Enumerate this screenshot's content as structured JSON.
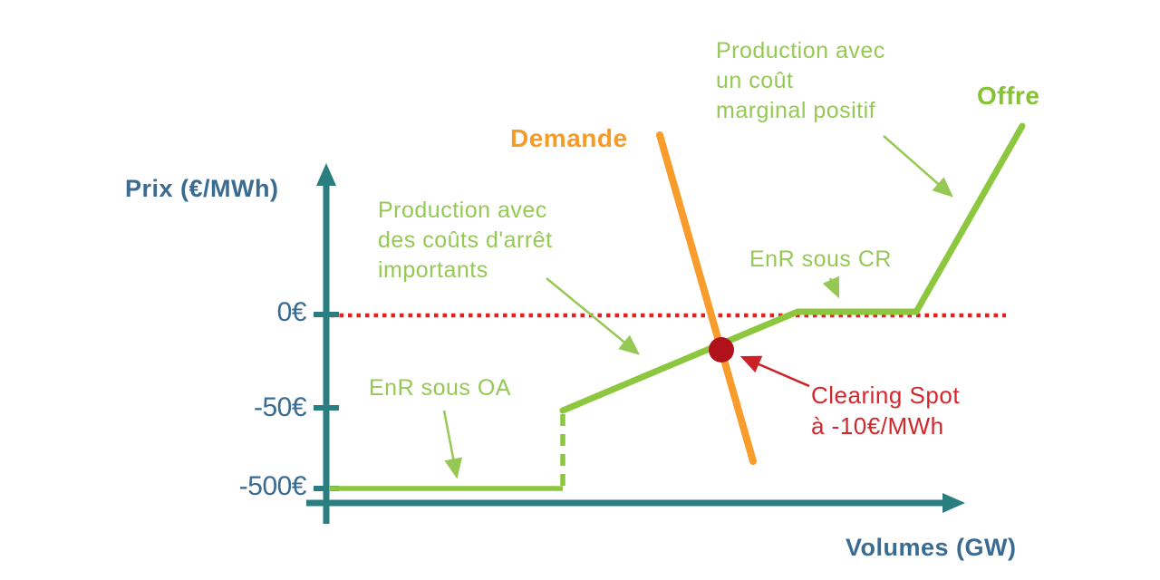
{
  "axes": {
    "y_label": "Prix (€/MWh)",
    "x_label": "Volumes (GW)",
    "tick_0": "0€",
    "tick_m50": "-50€",
    "tick_m500": "-500€"
  },
  "labels": {
    "demand": "Demande",
    "supply": "Offre",
    "prod_marginal": "Production avec\nun coût\nmarginal positif",
    "prod_arret": "Production avec\ndes coûts d'arrêt\nimportants",
    "enr_cr": "EnR sous CR",
    "enr_oa": "EnR sous OA",
    "clearing": "Clearing Spot\nà -10€/MWh"
  },
  "colors": {
    "axis_teal": "#2b7e80",
    "axis_label_blue": "#3a6b91",
    "supply_green": "#8dc63f",
    "annotation_green": "#95c954",
    "demand_orange": "#f89c2b",
    "zero_line_red": "#e32220",
    "clearing_dot_red": "#b0111b",
    "clearing_text_red": "#d3272d"
  },
  "chart_data": {
    "type": "line",
    "title": "",
    "xlabel": "Volumes (GW)",
    "ylabel": "Prix (€/MWh)",
    "y_tick_labels": [
      "0€",
      "-50€",
      "-500€"
    ],
    "y_axis_note": "schematic non-linear price scale; dotted red reference line at 0€",
    "x_axis_note": "no numeric volume ticks shown; volume_frac is fraction of drawn axis length",
    "series": [
      {
        "name": "Offre",
        "color": "#8dc63f",
        "segments": [
          {
            "label": "EnR sous OA",
            "style": "solid",
            "price_from": -500,
            "price_to": -500,
            "volume_frac": [
              0.0,
              0.34
            ]
          },
          {
            "label": "jump",
            "style": "dashed",
            "price_from": -500,
            "price_to": -50,
            "volume_frac": [
              0.34,
              0.34
            ]
          },
          {
            "label": "Production avec des coûts d'arrêt importants",
            "style": "solid",
            "price_from": -50,
            "price_to": 0,
            "volume_frac": [
              0.34,
              0.68
            ]
          },
          {
            "label": "EnR sous CR",
            "style": "solid",
            "price_from": 0,
            "price_to": 0,
            "volume_frac": [
              0.68,
              0.85
            ]
          },
          {
            "label": "Production avec un coût marginal positif",
            "style": "solid",
            "price_from": 0,
            "price_to": null,
            "volume_frac": [
              0.85,
              1.0
            ]
          }
        ]
      },
      {
        "name": "Demande",
        "color": "#f89c2b",
        "description": "steep near-vertical demand curve crossing the supply curve below 0€",
        "volume_frac_range": [
          0.48,
          0.61
        ]
      }
    ],
    "reference_lines": [
      {
        "label": "0€",
        "axis": "y",
        "value": 0,
        "style": "dotted",
        "color": "#e32220"
      }
    ],
    "clearing_point": {
      "label": "Clearing Spot à -10€/MWh",
      "price": -10,
      "volume_frac": 0.57
    },
    "legend_position": "labels drawn directly on curves"
  }
}
